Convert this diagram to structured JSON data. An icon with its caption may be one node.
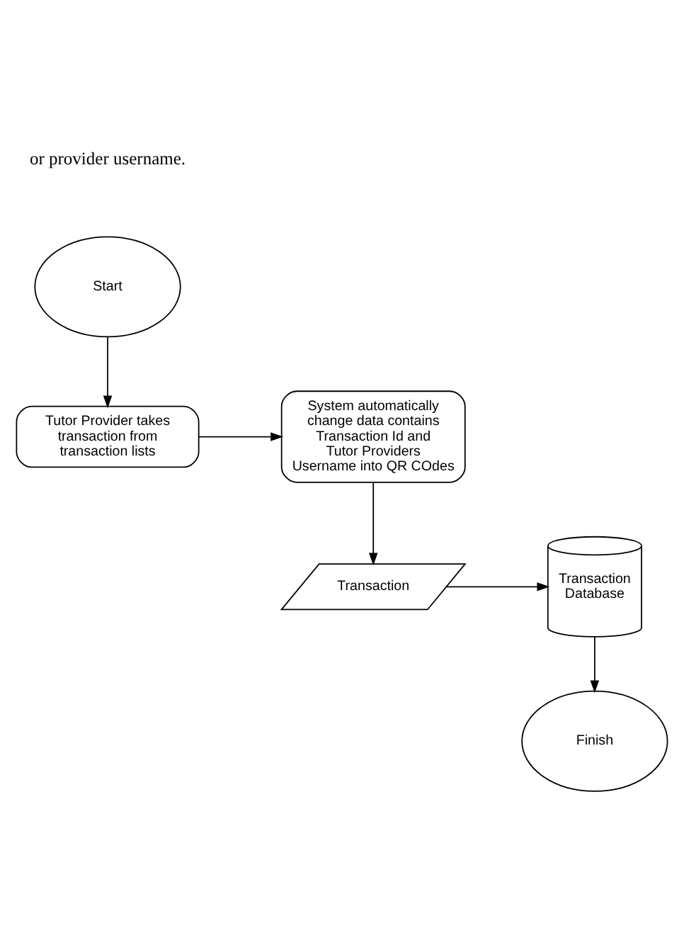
{
  "diagram": {
    "nodes": [
      {
        "text": [
          "Start"
        ]
      },
      {
        "text": [
          "Tutor Provider takes transaction from transaction lists"
        ]
      },
      {
        "text": [
          "System automatically change data contains Transaction Id and Tutor Providers Username into QR COdes"
        ]
      },
      {
        "text": [
          "Transaction"
        ]
      },
      {
        "text": [
          "Transaction Database"
        ]
      },
      {
        "text": [
          "Finish"
        ]
      }
    ],
    "edges": [
      {
        "from": 0,
        "to": 1,
        "arrow": "to"
      },
      {
        "from": 1,
        "to": 2,
        "arrow": "to"
      },
      {
        "from": 2,
        "to": 3,
        "arrow": "to"
      },
      {
        "from": 3,
        "to": 4,
        "arrow": "to"
      },
      {
        "from": 4,
        "to": 5,
        "arrow": "to"
      }
    ],
    "labels": [
      "or provider username."
    ]
  }
}
